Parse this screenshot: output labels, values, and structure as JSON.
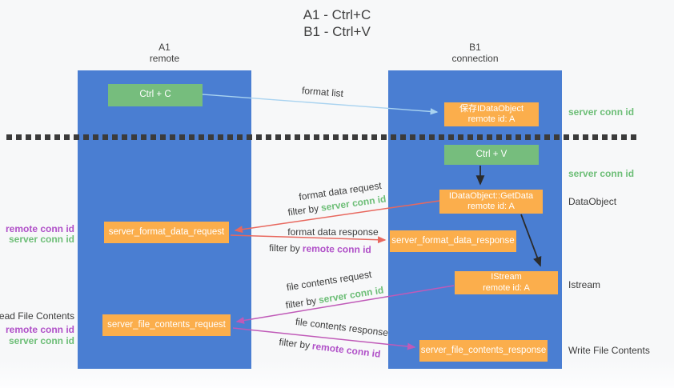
{
  "title": {
    "line1": "A1 - Ctrl+C",
    "line2": "B1 - Ctrl+V"
  },
  "lifelines": {
    "a1": {
      "name": "A1",
      "role": "remote"
    },
    "b1": {
      "name": "B1",
      "role": "connection"
    }
  },
  "nodes": {
    "ctrl_c": {
      "label": "Ctrl + C"
    },
    "ctrl_v": {
      "label": "Ctrl + V"
    },
    "save_dataobject": {
      "line1": "保存IDataObject",
      "line2": "remote id: A"
    },
    "getdata": {
      "line1": "IDataObject::GetData",
      "line2": "remote id: A"
    },
    "istream": {
      "line1": "IStream",
      "line2": "remote id: A"
    },
    "server_format_data_request": {
      "label": "server_format_data_request"
    },
    "server_format_data_response": {
      "label": "server_format_data_response"
    },
    "server_file_contents_request": {
      "label": "server_file_contents_request"
    },
    "server_file_contents_response": {
      "label": "server_file_contents_response"
    }
  },
  "arrow_labels": {
    "format_list": "format list",
    "format_data_request": "format data request",
    "format_data_response": "format data response",
    "file_contents_request": "file contents request",
    "file_contents_response": "file contents response",
    "filter_by": "filter by",
    "server_conn_id": "server conn id",
    "remote_conn_id": "remote conn id"
  },
  "side_labels": {
    "left": {
      "remote_conn_id": "remote conn id",
      "server_conn_id": "server conn id",
      "read_file_contents": "Read File Contents"
    },
    "right": {
      "server_conn_id": "server conn id",
      "dataobject": "DataObject",
      "istream": "Istream",
      "write_file_contents": "Write File Contents"
    }
  },
  "colors": {
    "lifeline_blue": "#4a7ed2",
    "action_green": "#76bd7d",
    "message_orange": "#fbae4c",
    "arrow_lightblue": "#a9d3f0",
    "arrow_red": "#e8685e",
    "arrow_magenta": "#c05ab8",
    "arrow_black": "#2b2b2b",
    "text_green": "#6dbe77",
    "text_purple": "#b050c8",
    "text_dark": "#3b3b3b"
  }
}
